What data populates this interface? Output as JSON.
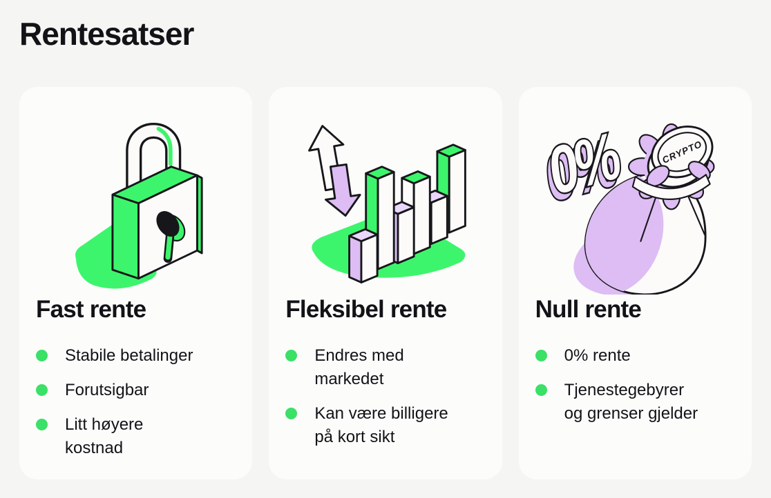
{
  "page": {
    "title": "Rentesatser",
    "colors": {
      "background": "#f5f5f3",
      "card": "#fcfcfb",
      "ink": "#121317",
      "green": "#3be067",
      "green-art": "#3df56c",
      "purple": "#ddbdf3",
      "purple-light": "#ead7f9",
      "outline": "#17171b"
    }
  },
  "cards": [
    {
      "title": "Fast rente",
      "illustration": "padlock-icon",
      "bullets": [
        "Stabile betalinger",
        "Forutsigbar",
        "Litt høyere\nkostnad"
      ]
    },
    {
      "title": "Fleksibel rente",
      "illustration": "bar-chart-trend-arrows-icon",
      "bullets": [
        "Endres med\nmarkedet",
        "Kan være billigere\npå kort sikt"
      ]
    },
    {
      "title": "Null rente",
      "illustration": "crypto-money-bag-icon",
      "bullets": [
        "0% rente",
        "Tjenestegebyrer\nog grenser gjelder"
      ]
    }
  ],
  "illustrations": {
    "zero_percent_label": "0%",
    "coin_label": "CRYPTO"
  }
}
